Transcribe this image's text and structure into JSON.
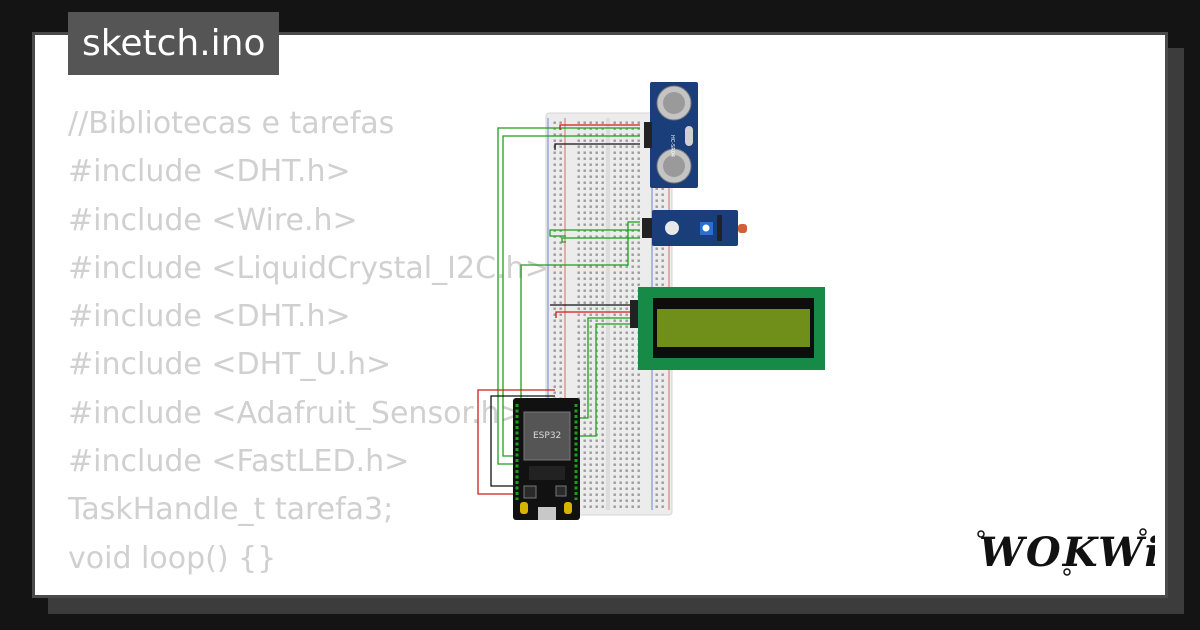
{
  "file_tab": {
    "label": "sketch.ino"
  },
  "code_lines": [
    "//Bibliotecas e tarefas",
    "#include <DHT.h>",
    "#include <Wire.h>",
    "#include <LiquidCrystal_I2C.h>",
    "#include <DHT.h>",
    "#include <DHT_U.h>",
    "#include <Adafruit_Sensor.h>",
    "#include <FastLED.h>",
    "TaskHandle_t tarefa3;",
    "void loop() {}"
  ],
  "circuit": {
    "mcu_label": "ESP32",
    "ultrasonic_label": "HC-SR04",
    "colors": {
      "breadboard": "#ececec",
      "sensor_board": "#1a3e7a",
      "lcd_board": "#188a48",
      "lcd_screen": "#6f8f1a",
      "mcu_board": "#111111",
      "wire_green": "#1aa11a",
      "wire_red": "#d11a1a",
      "wire_black": "#111111"
    }
  },
  "brand": {
    "logo_text": "WOKWi"
  }
}
